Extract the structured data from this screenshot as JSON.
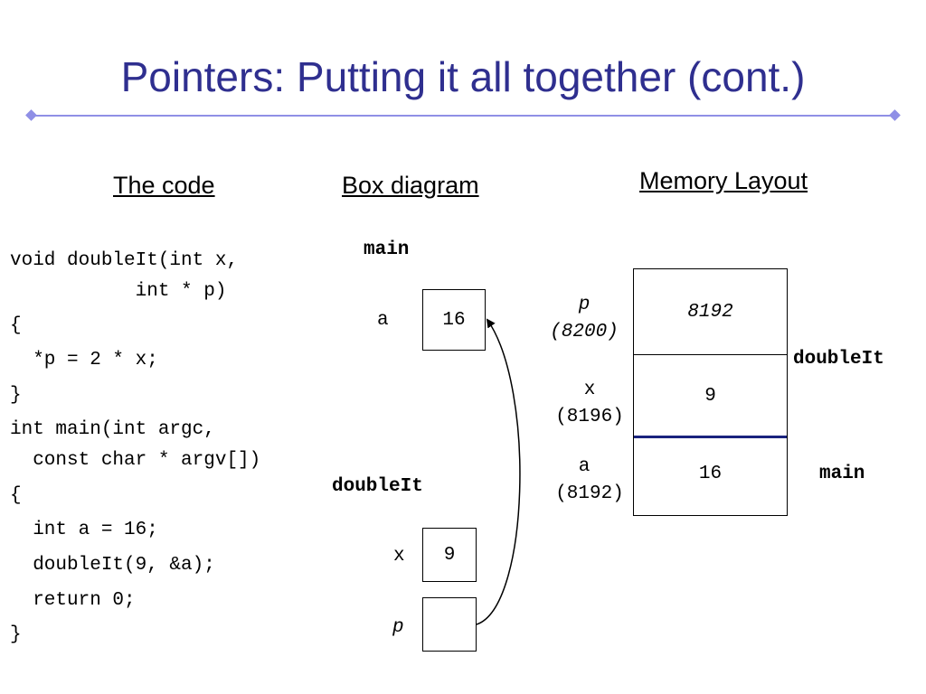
{
  "title": "Pointers: Putting it all together (cont.)",
  "headings": {
    "code": "The code",
    "box": "Box diagram",
    "memory": "Memory Layout"
  },
  "code_lines": [
    "void doubleIt(int x,",
    "           int * p)",
    "{",
    "  *p = 2 * x;",
    "}",
    "int main(int argc,",
    "  const char * argv[])",
    "{",
    "  int a = 16;",
    "  doubleIt(9, &a);",
    "  return 0;",
    "}"
  ],
  "box_diagram": {
    "main_frame": "main",
    "doubleit_frame": "doubleIt",
    "var_a": {
      "name": "a",
      "value": "16"
    },
    "var_x": {
      "name": "x",
      "value": "9"
    },
    "var_p": {
      "name": "p",
      "value": ""
    }
  },
  "memory": {
    "cells": [
      {
        "name": "p",
        "address": "(8200)",
        "value": "8192"
      },
      {
        "name": "x",
        "address": "(8196)",
        "value": "9"
      },
      {
        "name": "a",
        "address": "(8192)",
        "value": "16"
      }
    ],
    "frame_doubleit": "doubleIt",
    "frame_main": "main"
  },
  "colors": {
    "title": "#2f2f8f",
    "rule": "#8f8fe6",
    "frame_divider": "#1a237e"
  }
}
